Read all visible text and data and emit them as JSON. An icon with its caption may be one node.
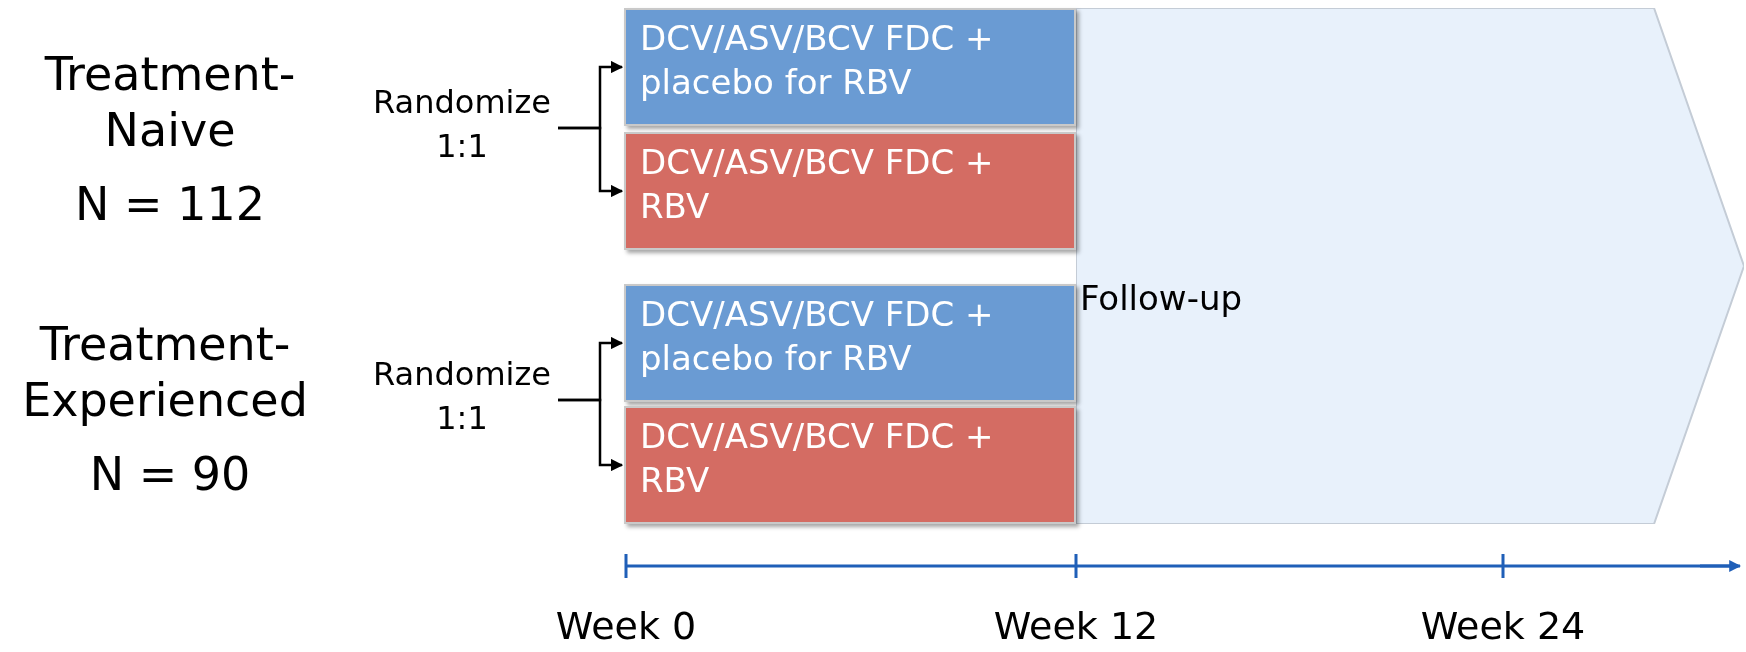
{
  "diagram": {
    "nodes": [
      {
        "text": [
          "Randomize 1:1"
        ]
      },
      {
        "text": [
          "DCV/ASV/BCV FDC + placebo for RBV"
        ]
      },
      {
        "text": [
          "DCV/ASV/BCV FDC + RBV"
        ]
      },
      {
        "text": [
          "Randomize 1:1"
        ]
      },
      {
        "text": [
          "DCV/ASV/BCV FDC + placebo for RBV"
        ]
      },
      {
        "text": [
          "DCV/ASV/BCV FDC + RBV"
        ]
      },
      {
        "text": [
          "Follow-up"
        ]
      }
    ],
    "edges": [
      {
        "from": 0,
        "to": 1,
        "arrow": "to"
      },
      {
        "from": 0,
        "to": 2,
        "arrow": "to"
      },
      {
        "from": 3,
        "to": 4,
        "arrow": "to"
      },
      {
        "from": 3,
        "to": 5,
        "arrow": "to"
      }
    ],
    "labels": [
      "Treatment-Naive",
      "N = 112",
      "Treatment-Experienced",
      "N = 90",
      "Week 0",
      "Week 12",
      "Week 24"
    ]
  }
}
